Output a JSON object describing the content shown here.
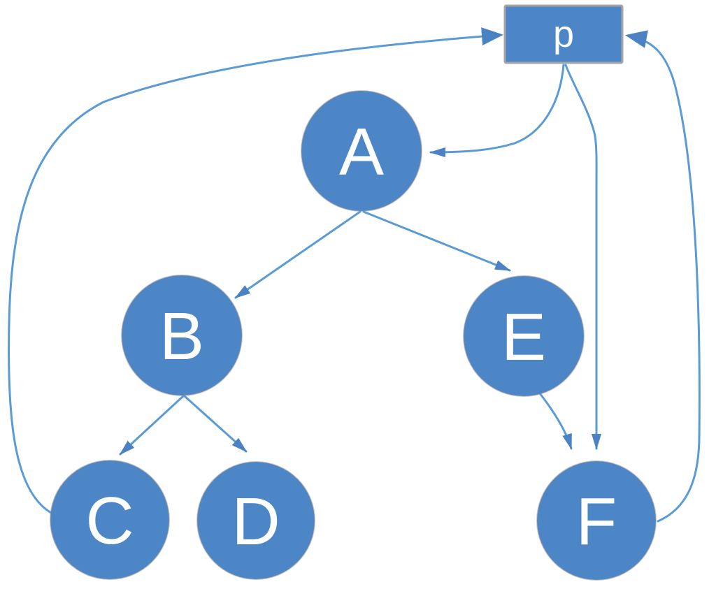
{
  "diagram": {
    "type": "tree-with-pointer",
    "background": "#ffffff",
    "colors": {
      "node_fill": "#4c86c6",
      "node_text": "#ffffff",
      "edge_stroke": "#5b9bd5",
      "arrowhead_fill": "#4a82c4",
      "rect_border": "#a6a6a6"
    },
    "nodes": [
      {
        "id": "p",
        "label": "p",
        "shape": "rectangle"
      },
      {
        "id": "A",
        "label": "A",
        "shape": "circle"
      },
      {
        "id": "B",
        "label": "B",
        "shape": "circle"
      },
      {
        "id": "C",
        "label": "C",
        "shape": "circle"
      },
      {
        "id": "D",
        "label": "D",
        "shape": "circle"
      },
      {
        "id": "E",
        "label": "E",
        "shape": "circle"
      },
      {
        "id": "F",
        "label": "F",
        "shape": "circle"
      }
    ],
    "edges": [
      {
        "from": "p",
        "to": "A"
      },
      {
        "from": "p",
        "to": "F"
      },
      {
        "from": "A",
        "to": "B"
      },
      {
        "from": "A",
        "to": "E"
      },
      {
        "from": "B",
        "to": "C"
      },
      {
        "from": "B",
        "to": "D"
      },
      {
        "from": "E",
        "to": "F"
      },
      {
        "from": "C",
        "to": "p"
      },
      {
        "from": "F",
        "to": "p"
      }
    ]
  }
}
